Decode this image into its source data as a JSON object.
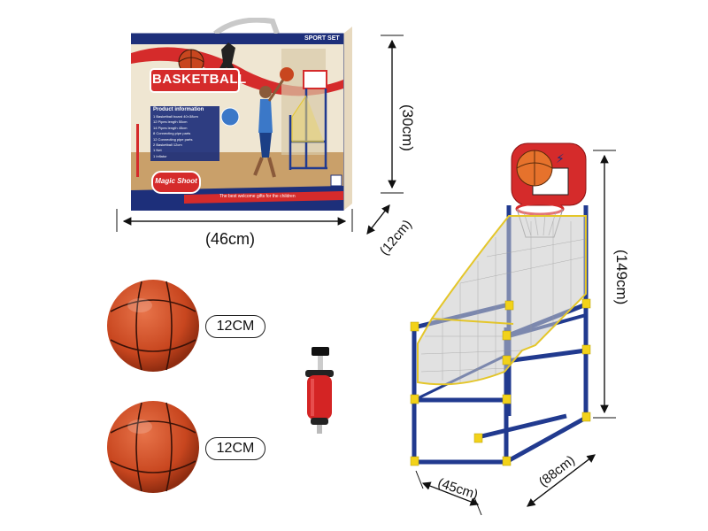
{
  "product_box": {
    "brand_title": "BASKETBALL",
    "set_label": "SPORT SET",
    "info_heading": "Product information",
    "info_lines": [
      "1 Basketball board 40×38cm",
      "12 Pipes length 50cm",
      "14 Pipes length 45cm",
      "8 Connecting pipe parts",
      "12 Connecting pipe parts",
      "2 Basketball 12cm",
      "1 Net",
      "1 Inflator"
    ],
    "logo_text": "Magic Shoot",
    "tagline": "The best welcome gifts for the children"
  },
  "dimensions": {
    "box_width": "(46cm)",
    "box_height": "(30cm)",
    "box_depth": "(12cm)",
    "hoop_height": "(149cm)",
    "hoop_width": "(45cm)",
    "hoop_depth": "(88cm)"
  },
  "accessories": {
    "ball_1_size": "12CM",
    "ball_2_size": "12CM"
  },
  "colors": {
    "ball": "#c8461f",
    "frame_blue": "#213a8f",
    "connector_yellow": "#f2d21a",
    "box_blue": "#1d2f7a",
    "box_red": "#d52b2b"
  }
}
